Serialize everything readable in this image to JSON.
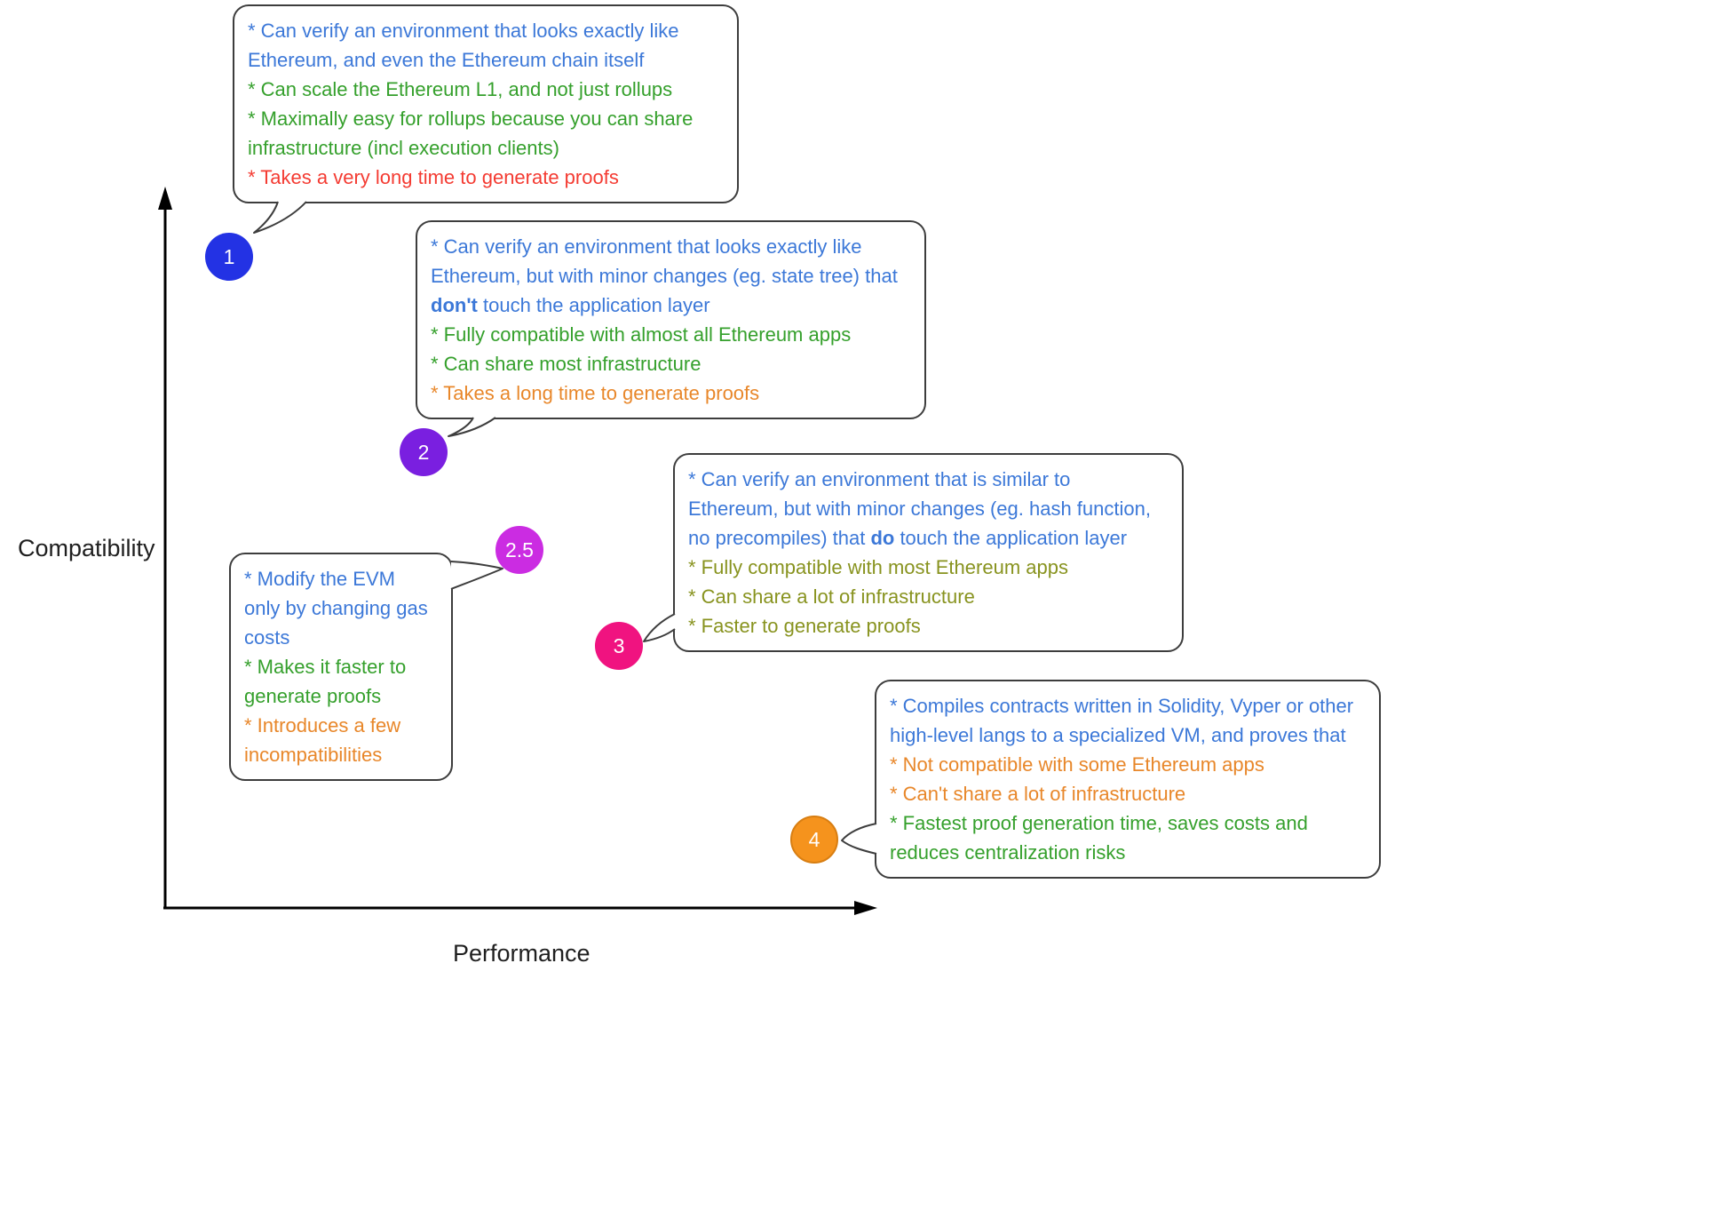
{
  "axes": {
    "y_label": "Compatibility",
    "x_label": "Performance"
  },
  "colors": {
    "axis": "#000000",
    "bubble_border": "#3d3d3d",
    "text_blue": "#3c78d8",
    "text_green": "#35a02c",
    "text_red": "#f43b32",
    "text_orange": "#e8872a",
    "text_olive": "#88931f",
    "point_1": "#2332e4",
    "point_2": "#7a1fe0",
    "point_2_5": "#cb2ce2",
    "point_3": "#f01380",
    "point_4": "#f5931d"
  },
  "points": [
    {
      "label": "1",
      "color": "#2332e4"
    },
    {
      "label": "2",
      "color": "#7a1fe0"
    },
    {
      "label": "2.5",
      "color": "#cb2ce2"
    },
    {
      "label": "3",
      "color": "#f01380"
    },
    {
      "label": "4",
      "color": "#f5931d"
    }
  ],
  "bubbles": [
    {
      "id": "type-1",
      "lines": [
        {
          "color": "blue",
          "segments": [
            {
              "text": "* Can verify an environment that looks exactly like",
              "bold": false
            }
          ]
        },
        {
          "color": "blue",
          "segments": [
            {
              "text": "Ethereum, and even the Ethereum chain itself",
              "bold": false
            }
          ]
        },
        {
          "color": "green",
          "segments": [
            {
              "text": "* Can scale the Ethereum L1, and not just rollups",
              "bold": false
            }
          ]
        },
        {
          "color": "green",
          "segments": [
            {
              "text": "* Maximally easy for rollups because you can share",
              "bold": false
            }
          ]
        },
        {
          "color": "green",
          "segments": [
            {
              "text": "infrastructure (incl execution clients)",
              "bold": false
            }
          ]
        },
        {
          "color": "red",
          "segments": [
            {
              "text": "* Takes a very long time to generate proofs",
              "bold": false
            }
          ]
        }
      ]
    },
    {
      "id": "type-2",
      "lines": [
        {
          "color": "blue",
          "segments": [
            {
              "text": "* Can verify an environment that looks exactly like",
              "bold": false
            }
          ]
        },
        {
          "color": "blue",
          "segments": [
            {
              "text": "Ethereum, but with minor changes (eg. state tree) that",
              "bold": false
            }
          ]
        },
        {
          "color": "blue",
          "segments": [
            {
              "text": "don't",
              "bold": true
            },
            {
              "text": " touch the application layer",
              "bold": false
            }
          ]
        },
        {
          "color": "green",
          "segments": [
            {
              "text": "* Fully compatible with almost all Ethereum apps",
              "bold": false
            }
          ]
        },
        {
          "color": "green",
          "segments": [
            {
              "text": "* Can share most infrastructure",
              "bold": false
            }
          ]
        },
        {
          "color": "orange",
          "segments": [
            {
              "text": "* Takes a long time to generate proofs",
              "bold": false
            }
          ]
        }
      ]
    },
    {
      "id": "type-2.5",
      "lines": [
        {
          "color": "blue",
          "segments": [
            {
              "text": "* Modify the EVM",
              "bold": false
            }
          ]
        },
        {
          "color": "blue",
          "segments": [
            {
              "text": "only by changing gas",
              "bold": false
            }
          ]
        },
        {
          "color": "blue",
          "segments": [
            {
              "text": "costs",
              "bold": false
            }
          ]
        },
        {
          "color": "green",
          "segments": [
            {
              "text": "* Makes it faster to",
              "bold": false
            }
          ]
        },
        {
          "color": "green",
          "segments": [
            {
              "text": "generate proofs",
              "bold": false
            }
          ]
        },
        {
          "color": "orange",
          "segments": [
            {
              "text": "* Introduces a few",
              "bold": false
            }
          ]
        },
        {
          "color": "orange",
          "segments": [
            {
              "text": "incompatibilities",
              "bold": false
            }
          ]
        }
      ]
    },
    {
      "id": "type-3",
      "lines": [
        {
          "color": "blue",
          "segments": [
            {
              "text": "* Can verify an environment that is similar to",
              "bold": false
            }
          ]
        },
        {
          "color": "blue",
          "segments": [
            {
              "text": "Ethereum, but with minor changes (eg. hash function,",
              "bold": false
            }
          ]
        },
        {
          "color": "blue",
          "segments": [
            {
              "text": "no precompiles) that ",
              "bold": false
            },
            {
              "text": "do",
              "bold": true
            },
            {
              "text": " touch the application layer",
              "bold": false
            }
          ]
        },
        {
          "color": "olive",
          "segments": [
            {
              "text": "* Fully compatible with most Ethereum apps",
              "bold": false
            }
          ]
        },
        {
          "color": "olive",
          "segments": [
            {
              "text": "* Can share a lot of infrastructure",
              "bold": false
            }
          ]
        },
        {
          "color": "olive",
          "segments": [
            {
              "text": "* Faster to generate proofs",
              "bold": false
            }
          ]
        }
      ]
    },
    {
      "id": "type-4",
      "lines": [
        {
          "color": "blue",
          "segments": [
            {
              "text": "* Compiles contracts written in Solidity, Vyper or other",
              "bold": false
            }
          ]
        },
        {
          "color": "blue",
          "segments": [
            {
              "text": "high-level langs to a specialized VM, and proves that",
              "bold": false
            }
          ]
        },
        {
          "color": "orange",
          "segments": [
            {
              "text": "* Not compatible with some Ethereum apps",
              "bold": false
            }
          ]
        },
        {
          "color": "orange",
          "segments": [
            {
              "text": "* Can't share a lot of infrastructure",
              "bold": false
            }
          ]
        },
        {
          "color": "green",
          "segments": [
            {
              "text": "* Fastest proof generation time, saves costs and",
              "bold": false
            }
          ]
        },
        {
          "color": "green",
          "segments": [
            {
              "text": "reduces centralization risks",
              "bold": false
            }
          ]
        }
      ]
    }
  ]
}
